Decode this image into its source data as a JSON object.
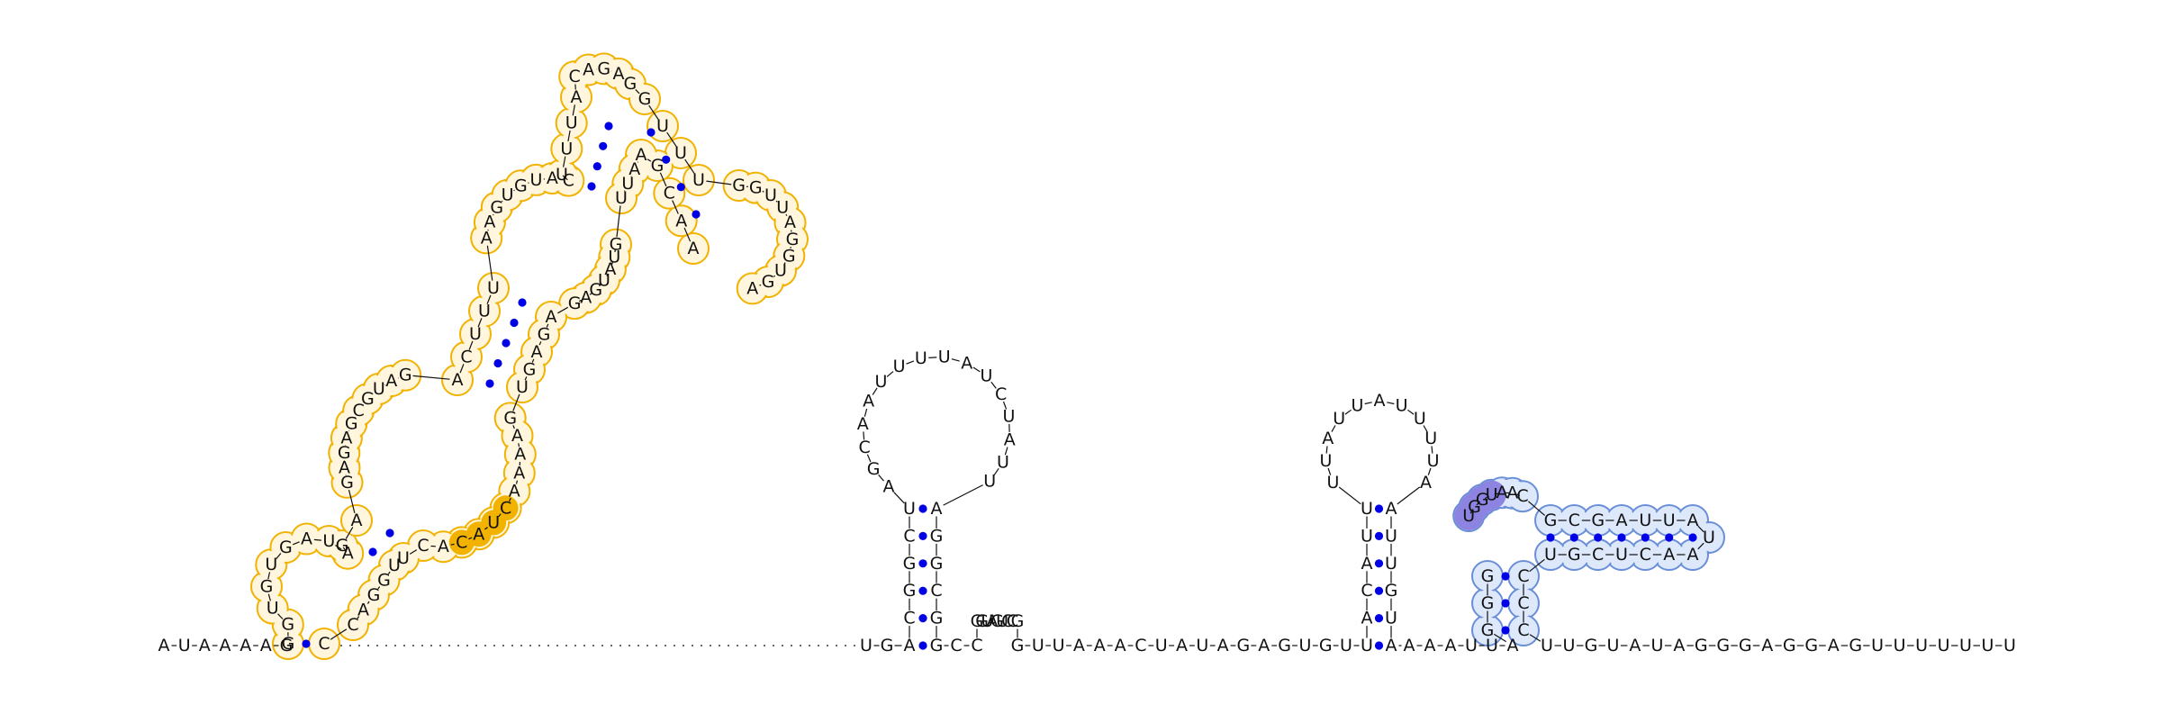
{
  "diagram": {
    "type": "rna-secondary-structure",
    "colors": {
      "nucleotide_text": "#111111",
      "base_pair_dot": "#0000e6",
      "domain1_outline": "#f2b200",
      "domain1_fill": "#fff6dd",
      "domain1_highlight": "#f2b200",
      "domain2_outline": "#6a8fd8",
      "domain2_fill": "#dde8fb",
      "domain2_highlight": "#8c84e0"
    },
    "segments": {
      "head_5prime": "AUAAAAG",
      "d1_bottom_stem_left": "G",
      "d1_hairpin1_loop": "GUGUGAUA",
      "d1_stem2_left": "GA",
      "d1_interior_loop_left": "GAGAGCGUAG",
      "d1_stem3_left": "ACUUU",
      "d1_interior_loop2_left": "AAGUGUAC",
      "d1_stem4_left": "UUUA",
      "d1_hairpin2_loop": "CAGAG",
      "d1_stem5_left": "GUUU",
      "d1_hairpin3_loop": "GGUUAGGUGA",
      "d1_stem5_right": "AACG",
      "d1_stem4_right": "AAUU",
      "d1_interior_loop2_right": "GUAUGAG",
      "d1_stem3_right": "AGAGU",
      "d1_interior_loop_right": "GAAAACUACA",
      "d1_stem2_right": "CU",
      "d1_hairpin1_right": "UGGAC",
      "d1_bottom_stem_right": "C",
      "unpaired_gap_dots": 55,
      "mid_5prime": "UG",
      "hairpin_a_stem_left": "ACGGCU",
      "hairpin_a_loop": "AGCAAUUUUAUCUAUU",
      "hairpin_a_stem_right": "AGGCGG",
      "linker_a": "CC",
      "hairpin_b": "GGUAGUCCG",
      "linker_b": "GUUAAACUAUAGAGUGU",
      "hairpin_c_stem_left": "UACAUU",
      "hairpin_c_loop": "UUAUUAUUUUA",
      "hairpin_c_stem_right": "AUUGUA",
      "linker_c": "AAAUUA",
      "d2_outer_stem_left": "GGG",
      "d2_loop": "UGGUAAC",
      "d2_stem_left": "GCGAUUA",
      "d2_tip": "U",
      "d2_stem_right": "AACUCGU",
      "d2_outer_stem_right": "CCC",
      "tail_3prime": "UUGUAUAGGGAGGAGUUUUUUU"
    }
  }
}
